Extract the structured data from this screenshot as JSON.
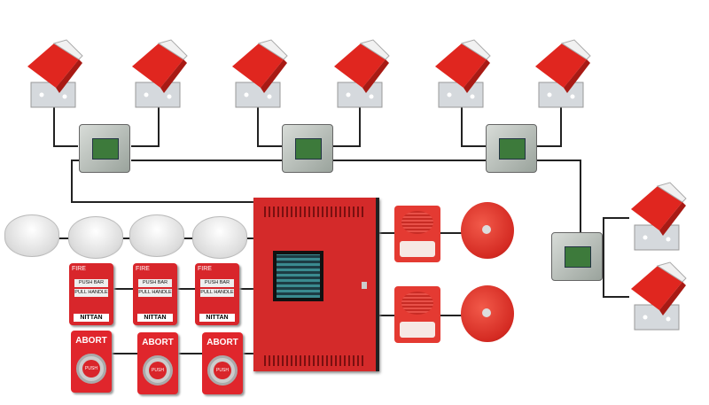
{
  "title": "Fire alarm system wiring diagram",
  "pull_station": {
    "fire_label": "FIRE",
    "push_bar": "PUSH BAR",
    "pull_handle": "PULL HANDLE",
    "brand": "NITTAN"
  },
  "abort_station": {
    "label": "ABORT",
    "button": "PUSH"
  },
  "colors": {
    "device_red": "#d8262b",
    "panel_red": "#d42a2a",
    "wire": "#222222",
    "pcb_green": "#3d7a3b"
  }
}
